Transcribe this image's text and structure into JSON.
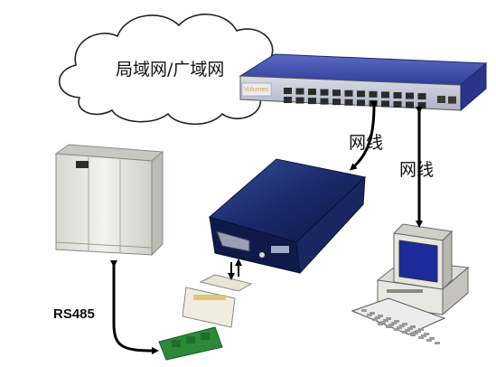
{
  "cloud": {
    "label": "局域网/广域网"
  },
  "switch": {
    "brand": "Volumes"
  },
  "links": {
    "cable_label_1": "网线",
    "cable_label_2": "网线"
  },
  "serial": {
    "protocol_label": "RS485"
  },
  "colors": {
    "switch_body": "#3a4aa8",
    "server_blue": "#1a2a6a",
    "cabinet": "#e8e8e4",
    "terminal_green": "#2a8a3a"
  }
}
